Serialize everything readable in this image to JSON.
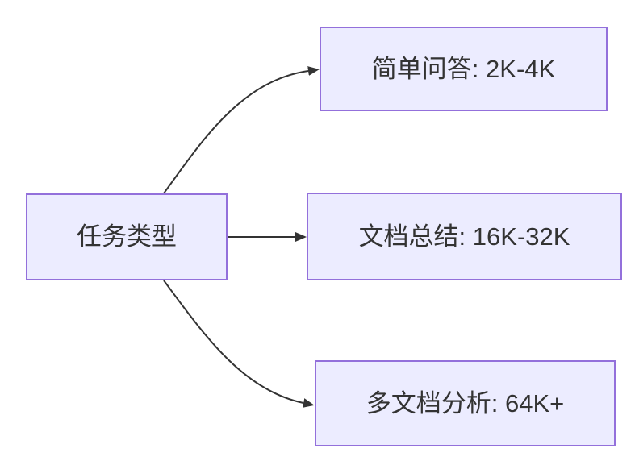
{
  "diagram": {
    "type": "flowchart-left-to-right",
    "colors": {
      "background": "#ffffff",
      "node_fill": "#ECECFF",
      "node_border": "#9370DB",
      "text_color": "#333333",
      "arrow_color": "#333333"
    },
    "root": {
      "label": "任务类型"
    },
    "branches": [
      {
        "label": "简单问答: 2K-4K"
      },
      {
        "label": "文档总结: 16K-32K"
      },
      {
        "label": "多文档分析: 64K+"
      }
    ],
    "edges": [
      {
        "from": "任务类型",
        "to": "简单问答: 2K-4K"
      },
      {
        "from": "任务类型",
        "to": "文档总结: 16K-32K"
      },
      {
        "from": "任务类型",
        "to": "多文档分析: 64K+"
      }
    ]
  }
}
